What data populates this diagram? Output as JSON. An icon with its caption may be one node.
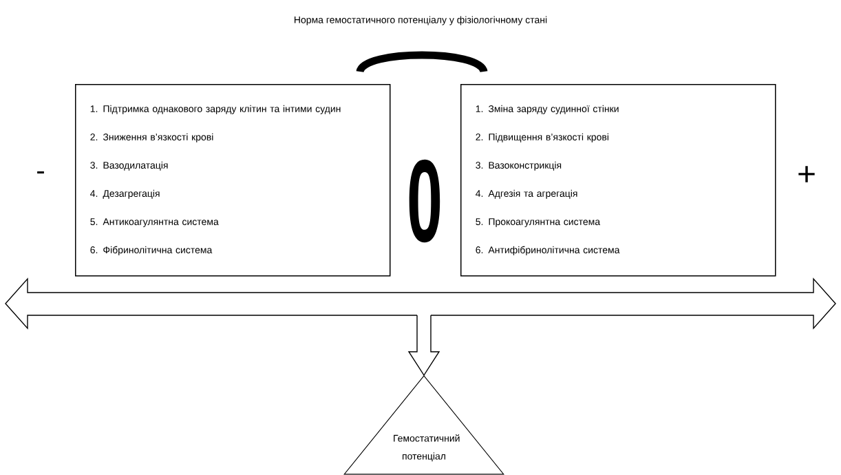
{
  "diagram": {
    "title": "Норма гемостатичного потенціалу у фізіологічному стані",
    "nodes": [
      {
        "text": [
          "1. Підтримка однакового заряду клітин та інтими судин",
          "2. Зниження в’язкості крові",
          "3. Вазодилатація",
          "4. Дезагрегація",
          "5. Антикоагулянтна система",
          "6. Фібринолітична система"
        ]
      },
      {
        "text": [
          "1. Зміна заряду судинної стінки",
          "2. Підвищення в’язкості крові",
          "3. Вазоконстрикція",
          "4. Адгезія та агрегація",
          "5. Прокоагулянтна система",
          "6. Антифібринолітична система"
        ]
      },
      {
        "text": [
          "Гемостатичний потенціал"
        ]
      }
    ],
    "edges": [
      {
        "from": null,
        "to": 2,
        "arrow": "to"
      }
    ],
    "labels": [
      "-",
      "0",
      "+"
    ]
  }
}
